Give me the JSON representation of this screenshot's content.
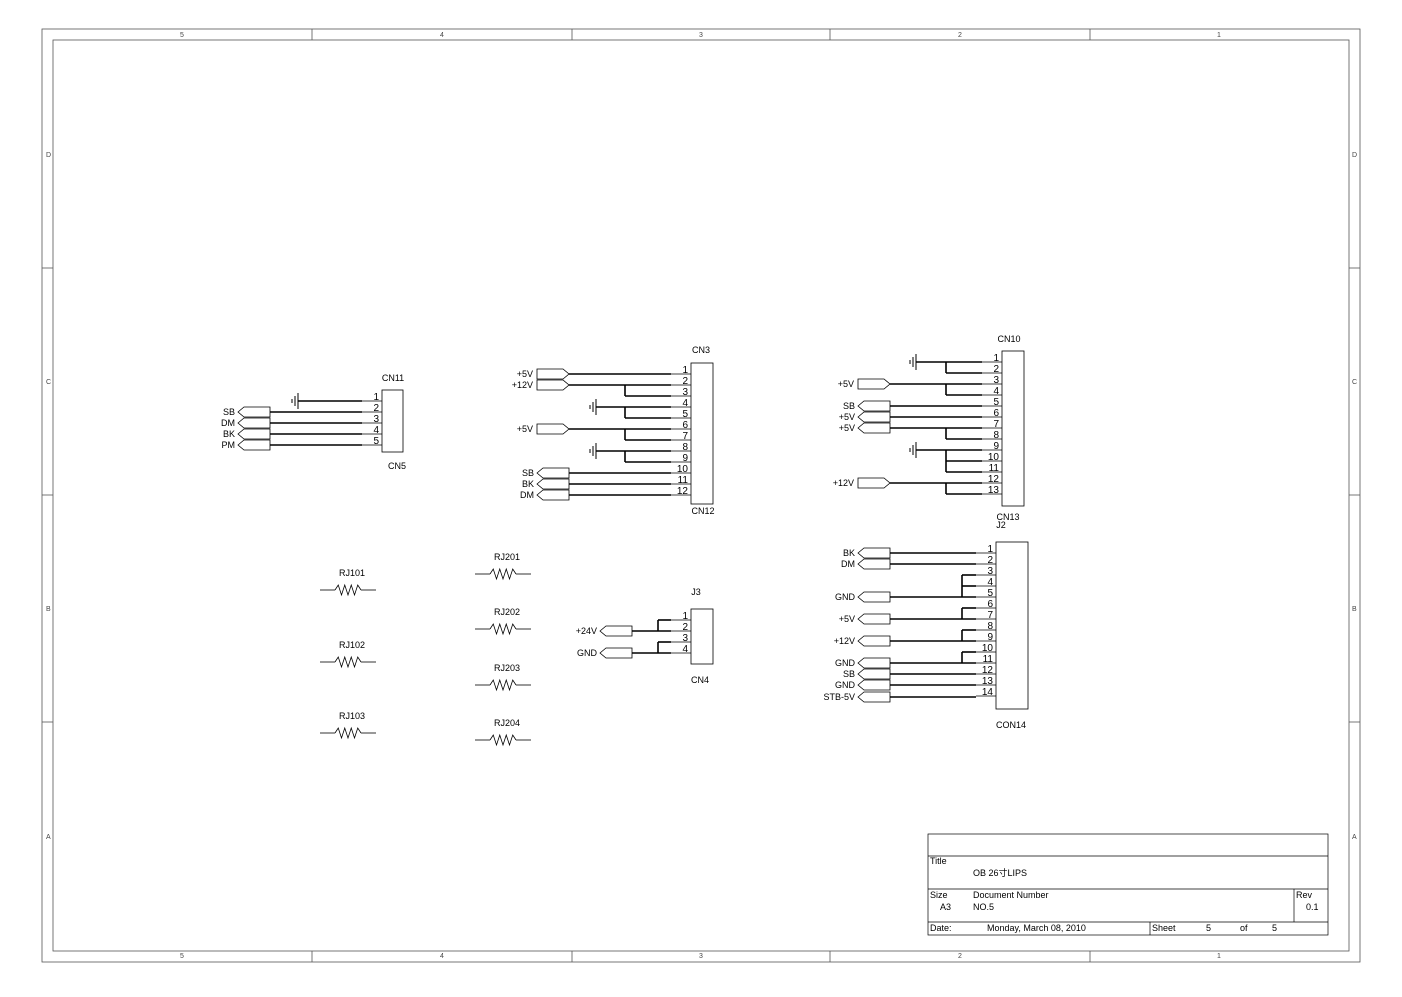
{
  "border": {
    "columns": [
      "5",
      "4",
      "3",
      "2",
      "1"
    ],
    "rows": [
      "D",
      "C",
      "B",
      "A"
    ]
  },
  "title_block": {
    "title_label": "Title",
    "title": "OB 26寸LIPS",
    "size_label": "Size",
    "size": "A3",
    "docnum_label": "Document Number",
    "docnum": "NO.5",
    "rev_label": "Rev",
    "rev": "0.1",
    "date_label": "Date:",
    "date": "Monday, March 08, 2010",
    "sheet_label": "Sheet",
    "sheet": "5",
    "of_label": "of",
    "sheets": "5"
  },
  "connectors": [
    {
      "id": "cn11",
      "ref": "CN11",
      "alt": "CN5",
      "pins": [
        "1",
        "2",
        "3",
        "4",
        "5"
      ],
      "nets": [
        "",
        "SB",
        "DM",
        "BK",
        "PM"
      ]
    },
    {
      "id": "cn3",
      "ref": "CN3",
      "alt": "CN12",
      "pins": [
        "1",
        "2",
        "3",
        "4",
        "5",
        "6",
        "7",
        "8",
        "9",
        "10",
        "11",
        "12"
      ],
      "nets": [
        "+5V",
        "+12V",
        "",
        "",
        "",
        "+5V",
        "",
        "",
        "",
        "SB",
        "BK",
        "DM"
      ]
    },
    {
      "id": "cn10",
      "ref": "CN10",
      "alt": "CN13",
      "pins": [
        "1",
        "2",
        "3",
        "4",
        "5",
        "6",
        "7",
        "8",
        "9",
        "10",
        "11",
        "12",
        "13"
      ],
      "nets": [
        "",
        "",
        "+5V",
        "",
        "SB",
        "+5V",
        "+5V",
        "",
        "",
        "",
        "",
        "+12V",
        ""
      ]
    },
    {
      "id": "j2",
      "ref": "J2",
      "alt": "CON14",
      "pins": [
        "1",
        "2",
        "3",
        "4",
        "5",
        "6",
        "7",
        "8",
        "9",
        "10",
        "11",
        "12",
        "13",
        "14"
      ],
      "nets": [
        "BK",
        "DM",
        "",
        "",
        "GND",
        "",
        "+5V",
        "",
        "+12V",
        "",
        "GND",
        "SB",
        "GND",
        "STB-5V"
      ]
    },
    {
      "id": "j3",
      "ref": "J3",
      "alt": "CN4",
      "pins": [
        "1",
        "2",
        "3",
        "4"
      ],
      "nets": [
        "",
        "+24V",
        "",
        "GND"
      ]
    }
  ],
  "resistors": [
    "RJ101",
    "RJ102",
    "RJ103",
    "RJ201",
    "RJ202",
    "RJ203",
    "RJ204"
  ]
}
